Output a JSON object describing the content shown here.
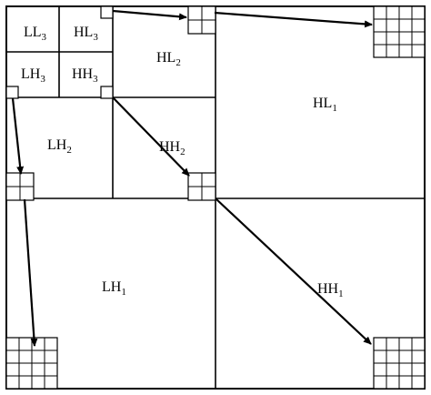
{
  "subbands": [
    {
      "id": "LL3",
      "base": "LL",
      "sub": "3"
    },
    {
      "id": "HL3",
      "base": "HL",
      "sub": "3"
    },
    {
      "id": "LH3",
      "base": "LH",
      "sub": "3"
    },
    {
      "id": "HH3",
      "base": "HH",
      "sub": "3"
    },
    {
      "id": "HL2",
      "base": "HL",
      "sub": "2"
    },
    {
      "id": "LH2",
      "base": "LH",
      "sub": "2"
    },
    {
      "id": "HH2",
      "base": "HH",
      "sub": "2"
    },
    {
      "id": "HL1",
      "base": "HL",
      "sub": "1"
    },
    {
      "id": "LH1",
      "base": "LH",
      "sub": "1"
    },
    {
      "id": "HH1",
      "base": "HH",
      "sub": "1"
    }
  ],
  "colors": {
    "stroke": "#000000",
    "background": "#ffffff"
  }
}
